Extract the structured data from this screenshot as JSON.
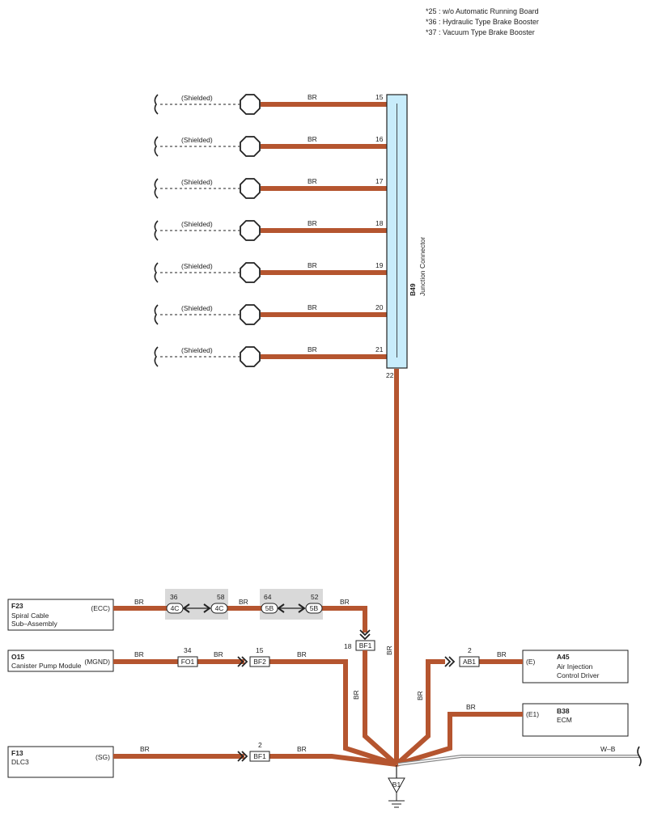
{
  "notes": [
    "*25 : w/o Automatic Running Board",
    "*36 : Hydraulic Type Brake Booster",
    "*37 : Vacuum Type Brake Booster"
  ],
  "colors": {
    "wire": "#b5552f",
    "junction_fill": "#c8ecfb",
    "connector_bg": "#d9d9d9",
    "wb_wire": "#888888"
  },
  "junction": {
    "id": "B49",
    "name": "Junction Connector",
    "bottom_pin": "22"
  },
  "shielded_rows": [
    {
      "label": "(Shielded)",
      "wire": "BR",
      "pin": "15"
    },
    {
      "label": "(Shielded)",
      "wire": "BR",
      "pin": "16"
    },
    {
      "label": "(Shielded)",
      "wire": "BR",
      "pin": "17"
    },
    {
      "label": "(Shielded)",
      "wire": "BR",
      "pin": "18"
    },
    {
      "label": "(Shielded)",
      "wire": "BR",
      "pin": "19"
    },
    {
      "label": "(Shielded)",
      "wire": "BR",
      "pin": "20"
    },
    {
      "label": "(Shielded)",
      "wire": "BR",
      "pin": "21"
    }
  ],
  "components": {
    "f23": {
      "id": "F23",
      "name1": "Spiral Cable",
      "name2": "Sub–Assembly",
      "terminal": "(ECC)"
    },
    "o15": {
      "id": "O15",
      "name1": "Canister Pump Module",
      "terminal": "(MGND)"
    },
    "f13": {
      "id": "F13",
      "name1": "DLC3",
      "terminal": "(SG)"
    },
    "a45": {
      "id": "A45",
      "name1": "Air Injection",
      "name2": "Control Driver",
      "terminal": "(E)"
    },
    "b38": {
      "id": "B38",
      "name1": "ECM",
      "terminal": "(E1)"
    }
  },
  "connectors": {
    "c4c_a": {
      "label": "4C",
      "pin": "36"
    },
    "c4c_b": {
      "label": "4C",
      "pin": "58"
    },
    "c5b_a": {
      "label": "5B",
      "pin": "64"
    },
    "c5b_b": {
      "label": "5B",
      "pin": "52"
    },
    "bf1_top": {
      "label": "BF1",
      "pin": "18"
    },
    "fo1": {
      "label": "FO1",
      "pin": "34"
    },
    "bf2": {
      "label": "BF2",
      "pin": "15"
    },
    "bf1_bottom": {
      "label": "BF1",
      "pin": "2"
    },
    "ab1": {
      "label": "AB1",
      "pin": "2"
    }
  },
  "wires": {
    "br": "BR",
    "wb": "W–B"
  },
  "ground": {
    "label": "B1"
  }
}
